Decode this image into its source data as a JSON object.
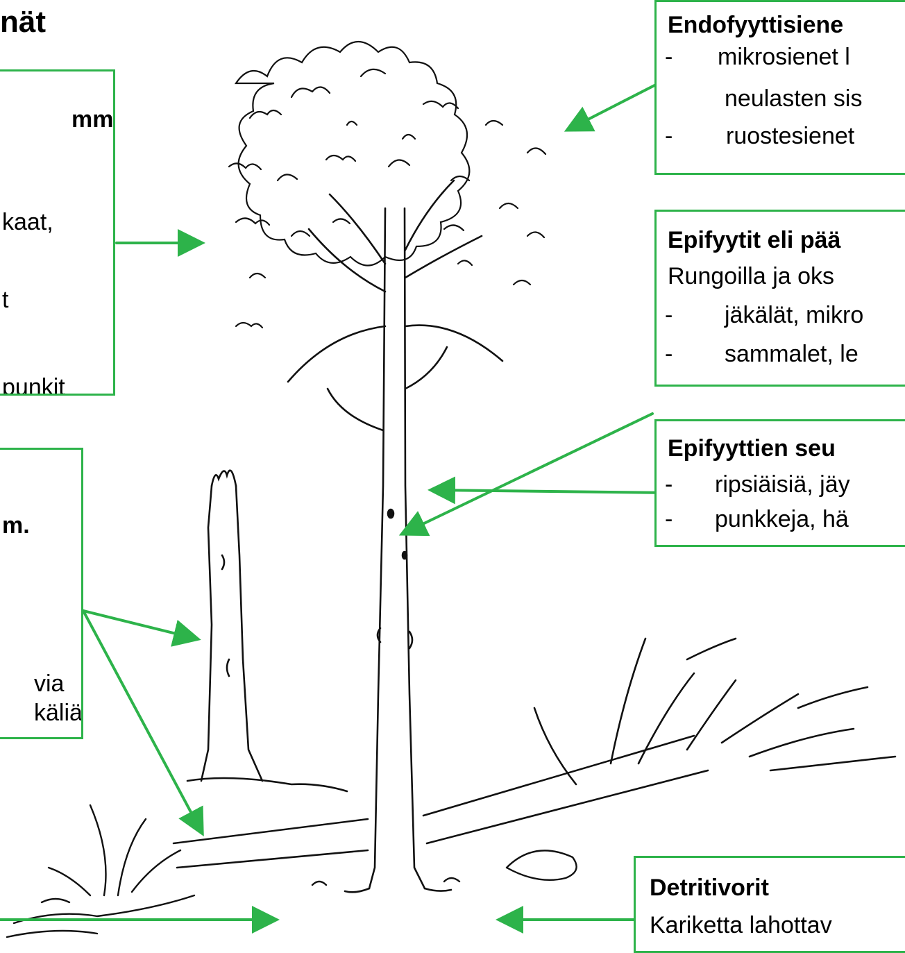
{
  "title": "nät",
  "boxes": {
    "top_left": {
      "heading": "mm.",
      "lines": [
        "kaat,",
        "t",
        "punkit"
      ]
    },
    "mid_left": {
      "heading": "m.",
      "lines": [
        "via",
        "käliä"
      ]
    },
    "endophytes": {
      "heading": "Endofyyttisiene",
      "lines": [
        "mikrosienet l",
        "neulasten sis",
        "ruostesienet"
      ]
    },
    "epiphytes": {
      "heading": "Epifyytit eli pää",
      "intro": "Rungoilla ja oks",
      "lines": [
        "jäkälät, mikro",
        "sammalet, le"
      ]
    },
    "epiphyte_fauna": {
      "heading": "Epifyyttien seu",
      "lines": [
        "ripsiäisiä, jäy",
        "punkkeja, hä"
      ]
    },
    "detritivores": {
      "heading": "Detritivorit",
      "intro": "Kariketta lahottav"
    }
  },
  "bullet": "-",
  "colors": {
    "accent": "#2db34a",
    "ink": "#000000",
    "background": "#ffffff"
  }
}
